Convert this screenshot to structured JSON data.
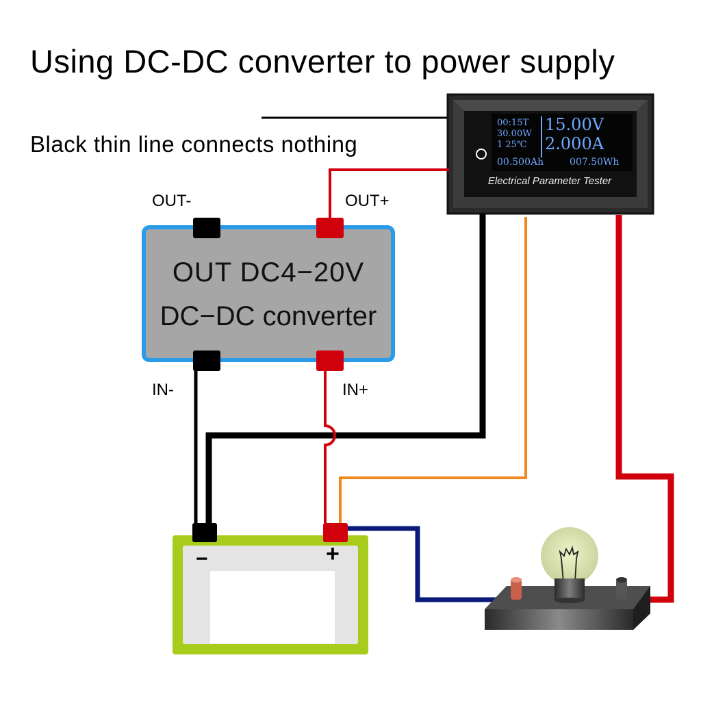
{
  "title": "Using DC-DC converter to power supply",
  "note": "Black thin line connects nothing",
  "converter": {
    "line1": "OUT  DC4−20V",
    "line2": "DC−DC converter",
    "terminals": {
      "out_minus": "OUT-",
      "out_plus": "OUT+",
      "in_minus": "IN-",
      "in_plus": "IN+"
    },
    "border_color": "#2a9be8",
    "fill_color": "#a6a6a6"
  },
  "tester": {
    "label": "Electrical Parameter Tester",
    "display": {
      "time": "00:15T",
      "power": "30.00W",
      "group_temp": "1  25℃",
      "voltage": "15.00V",
      "current": "2.000A",
      "capacity": "00.500Ah",
      "energy": "007.50Wh"
    },
    "display_color": "#6fa8ff"
  },
  "battery": {
    "minus_symbol": "−",
    "plus_symbol": "+",
    "frame_color": "#a8cc1c"
  },
  "load": {
    "type": "light-bulb"
  },
  "wire_colors": {
    "black": "#000000",
    "red": "#d0000c",
    "orange": "#ef8a1e",
    "navy": "#0a1a7a"
  }
}
